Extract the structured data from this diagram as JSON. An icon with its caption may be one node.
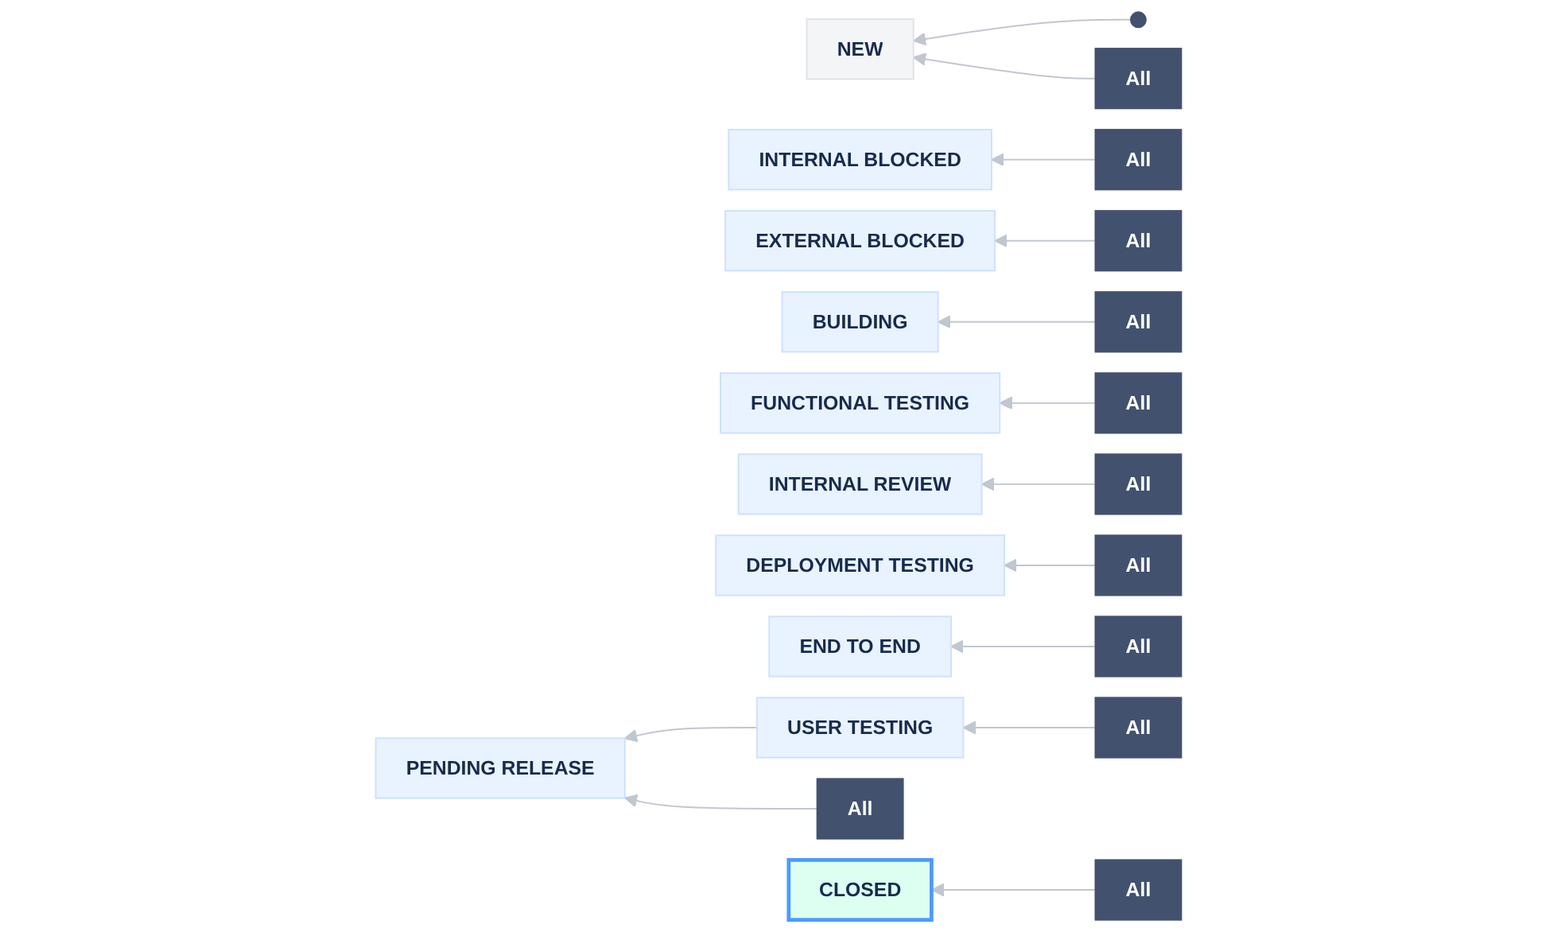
{
  "diagram": {
    "nodes": [
      {
        "text": [],
        "shape": "circle"
      },
      {
        "text": [
          "NEW"
        ]
      },
      {
        "text": [
          "All"
        ]
      },
      {
        "text": [
          "INTERNAL BLOCKED"
        ]
      },
      {
        "text": [
          "All"
        ]
      },
      {
        "text": [
          "EXTERNAL BLOCKED"
        ]
      },
      {
        "text": [
          "All"
        ]
      },
      {
        "text": [
          "BUILDING"
        ]
      },
      {
        "text": [
          "All"
        ]
      },
      {
        "text": [
          "FUNCTIONAL TESTING"
        ]
      },
      {
        "text": [
          "All"
        ]
      },
      {
        "text": [
          "INTERNAL REVIEW"
        ]
      },
      {
        "text": [
          "All"
        ]
      },
      {
        "text": [
          "DEPLOYMENT TESTING"
        ]
      },
      {
        "text": [
          "All"
        ]
      },
      {
        "text": [
          "END TO END"
        ]
      },
      {
        "text": [
          "All"
        ]
      },
      {
        "text": [
          "USER TESTING"
        ]
      },
      {
        "text": [
          "All"
        ]
      },
      {
        "text": [
          "PENDING RELEASE"
        ]
      },
      {
        "text": [
          "All"
        ]
      },
      {
        "text": [
          "CLOSED"
        ]
      },
      {
        "text": [
          "All"
        ]
      }
    ],
    "edges": [
      {
        "from": 0,
        "to": 1,
        "arrow": "to"
      },
      {
        "from": 2,
        "to": 1,
        "arrow": "to"
      },
      {
        "from": 4,
        "to": 3,
        "arrow": "to"
      },
      {
        "from": 6,
        "to": 5,
        "arrow": "to"
      },
      {
        "from": 8,
        "to": 7,
        "arrow": "to"
      },
      {
        "from": 10,
        "to": 9,
        "arrow": "to"
      },
      {
        "from": 12,
        "to": 11,
        "arrow": "to"
      },
      {
        "from": 14,
        "to": 13,
        "arrow": "to"
      },
      {
        "from": 16,
        "to": 15,
        "arrow": "to"
      },
      {
        "from": 18,
        "to": 17,
        "arrow": "to"
      },
      {
        "from": 17,
        "to": 19,
        "arrow": "to"
      },
      {
        "from": 20,
        "to": 19,
        "arrow": "to"
      },
      {
        "from": 22,
        "to": 21,
        "arrow": "to"
      }
    ]
  }
}
